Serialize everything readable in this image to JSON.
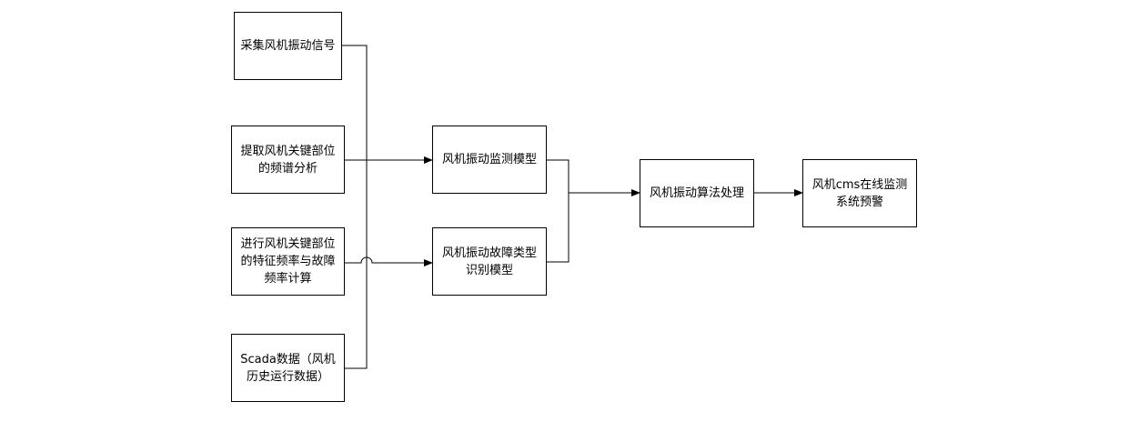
{
  "nodes": {
    "collect_signal": "采集风机振动信号",
    "spectrum_analysis": "提取风机关键部位的频谱分析",
    "freq_calc": "进行风机关键部位的特征频率与故障频率计算",
    "scada_data": "Scada数据（风机历史运行数据）",
    "monitor_model": "风机振动监测模型",
    "fault_model": "风机振动故障类型识别模型",
    "algorithm": "风机振动算法处理",
    "cms_warning": "风机cms在线监测系统预警"
  }
}
